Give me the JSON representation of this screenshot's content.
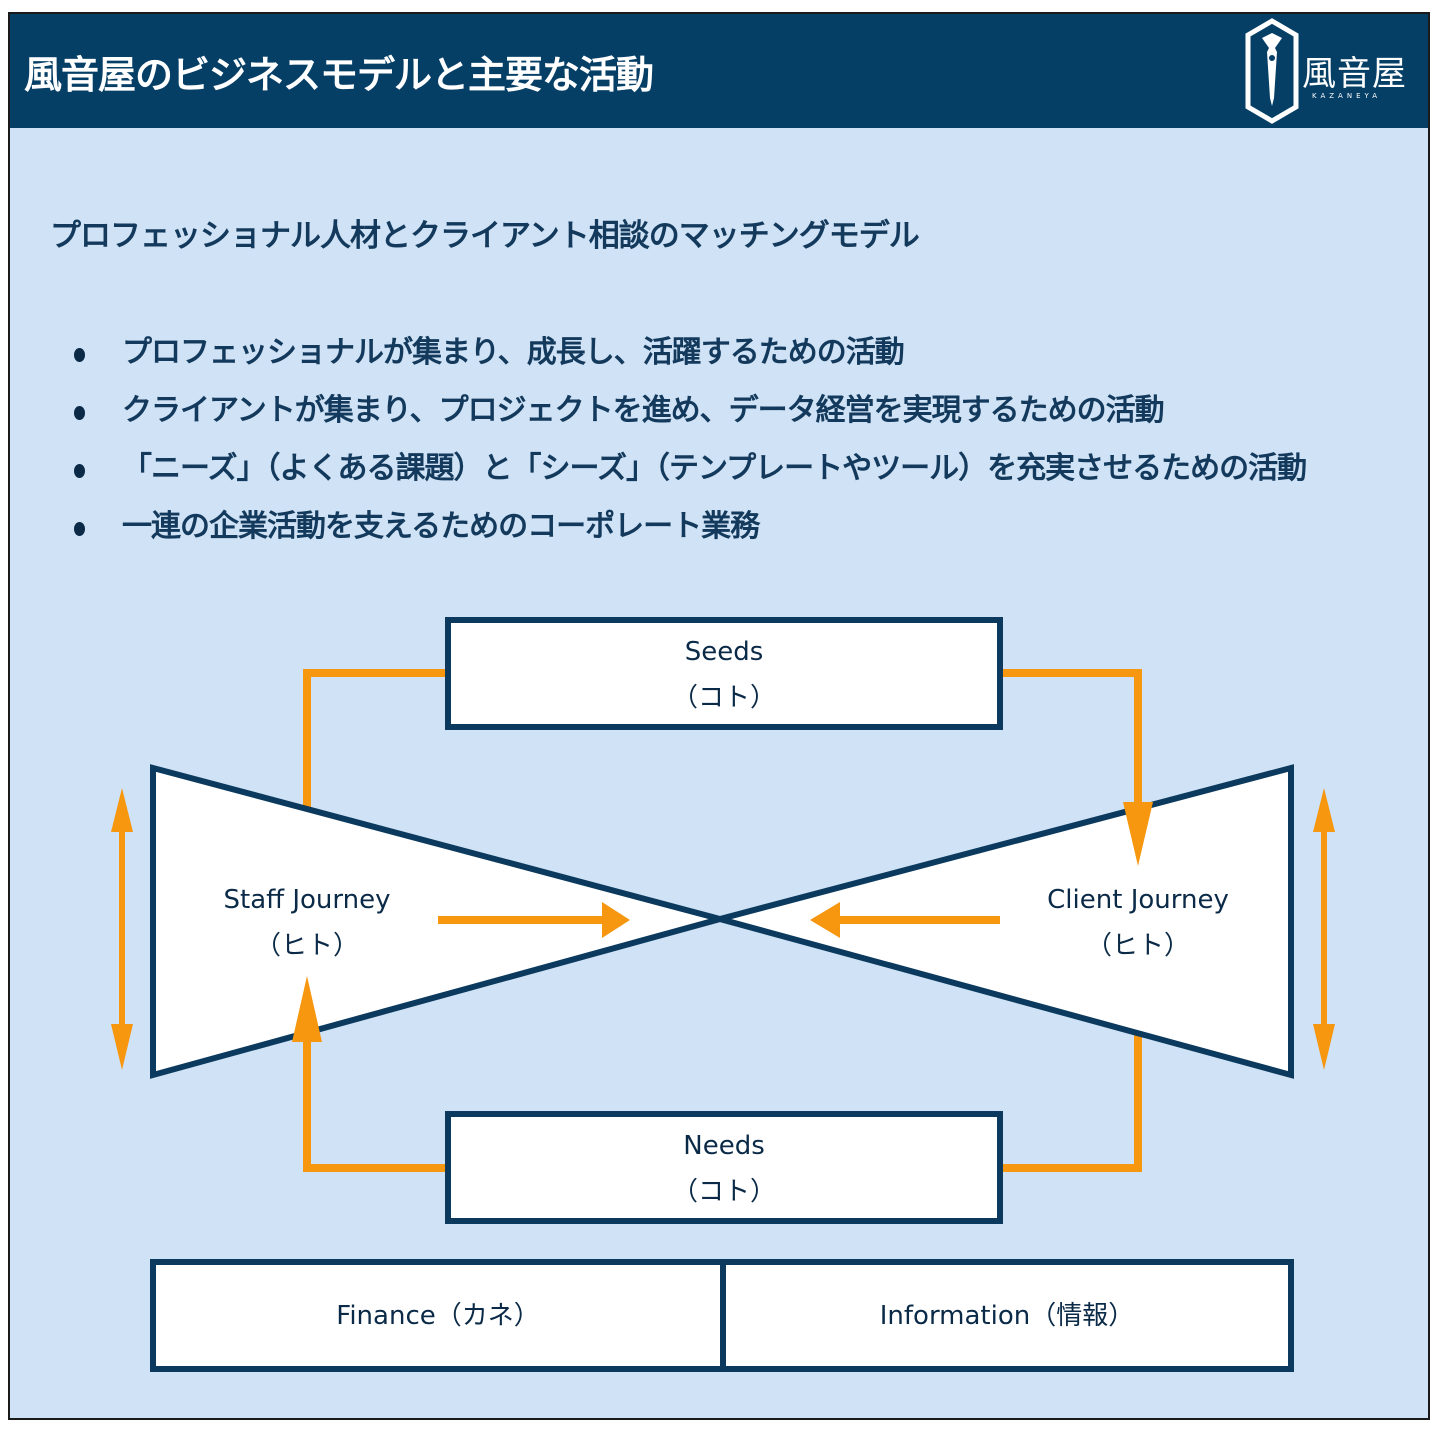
{
  "header": {
    "title": "風音屋のビジネスモデルと主要な活動",
    "logo_text": "風音屋",
    "logo_sub": "KAZANEYA"
  },
  "subtitle": "プロフェッショナル人材とクライアント相談のマッチングモデル",
  "bullets": [
    "プロフェッショナルが集まり、成長し、活躍するための活動",
    "クライアントが集まり、プロジェクトを進め、データ経営を実現するための活動",
    "「ニーズ」（よくある課題）と「シーズ」（テンプレートやツール）を充実させるための活動",
    "一連の企業活動を支えるためのコーポレート業務"
  ],
  "diagram": {
    "seeds": {
      "label": "Seeds",
      "sub": "（コト）"
    },
    "needs": {
      "label": "Needs",
      "sub": "（コト）"
    },
    "staff": {
      "label": "Staff Journey",
      "sub": "（ヒト）"
    },
    "client": {
      "label": "Client Journey",
      "sub": "（ヒト）"
    },
    "finance": "Finance（カネ）",
    "information": "Information（情報）"
  },
  "colors": {
    "header_bg": "#063f66",
    "background": "#d0e2f5",
    "navy": "#0b2a47",
    "arrow": "#f7960f"
  }
}
